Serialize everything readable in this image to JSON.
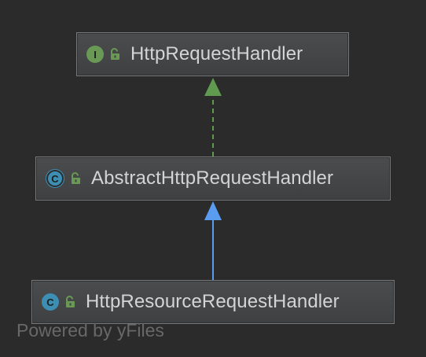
{
  "diagram": {
    "nodes": [
      {
        "id": "top",
        "kind": "interface",
        "badge_letter": "I",
        "label": "HttpRequestHandler",
        "badge_color": "#6a9955"
      },
      {
        "id": "mid",
        "kind": "abstract-class",
        "badge_letter": "C",
        "label": "AbstractHttpRequestHandler",
        "badge_color": "#3d8eb3"
      },
      {
        "id": "bot",
        "kind": "class",
        "badge_letter": "C",
        "label": "HttpResourceRequestHandler",
        "badge_color": "#3d8eb3"
      }
    ],
    "edges": [
      {
        "from": "mid",
        "to": "top",
        "relation": "implements",
        "style": "dashed",
        "color": "#5f9a4e"
      },
      {
        "from": "bot",
        "to": "mid",
        "relation": "extends",
        "style": "solid",
        "color": "#5a9cf0"
      }
    ],
    "visibility_icon": "open-padlock-icon",
    "visibility_color": "#6a9955",
    "watermark": "Powered by yFiles"
  }
}
